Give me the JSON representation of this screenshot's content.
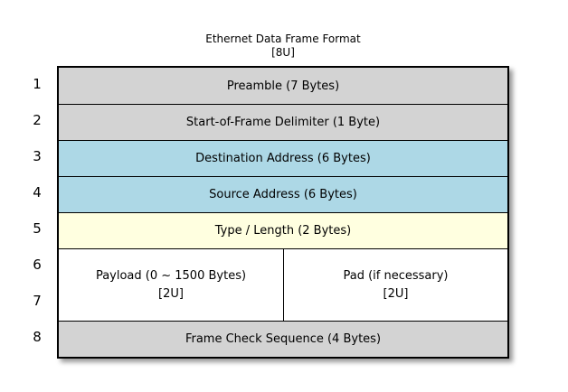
{
  "title": {
    "line1": "Ethernet Data Frame Format",
    "line2": "[8U]"
  },
  "colors": {
    "gray": "#d3d3d3",
    "blue": "#add8e6",
    "yellow": "#ffffe0",
    "white": "#ffffff",
    "border": "#000000"
  },
  "row_numbers": [
    "1",
    "2",
    "3",
    "4",
    "5",
    "6",
    "7",
    "8"
  ],
  "frame": {
    "rows": [
      {
        "label": "Preamble (7 Bytes)",
        "color": "gray"
      },
      {
        "label": "Start-of-Frame Delimiter (1 Byte)",
        "color": "gray"
      },
      {
        "label": "Destination Address (6 Bytes)",
        "color": "blue"
      },
      {
        "label": "Source Address (6 Bytes)",
        "color": "blue"
      },
      {
        "label": "Type / Length (2 Bytes)",
        "color": "yellow"
      },
      {
        "color": "white",
        "cells": [
          {
            "line1": "Payload (0 ~ 1500 Bytes)",
            "line2": "[2U]"
          },
          {
            "line1": "Pad (if necessary)",
            "line2": "[2U]"
          }
        ]
      },
      {
        "label": "Frame Check Sequence (4 Bytes)",
        "color": "gray"
      }
    ]
  }
}
